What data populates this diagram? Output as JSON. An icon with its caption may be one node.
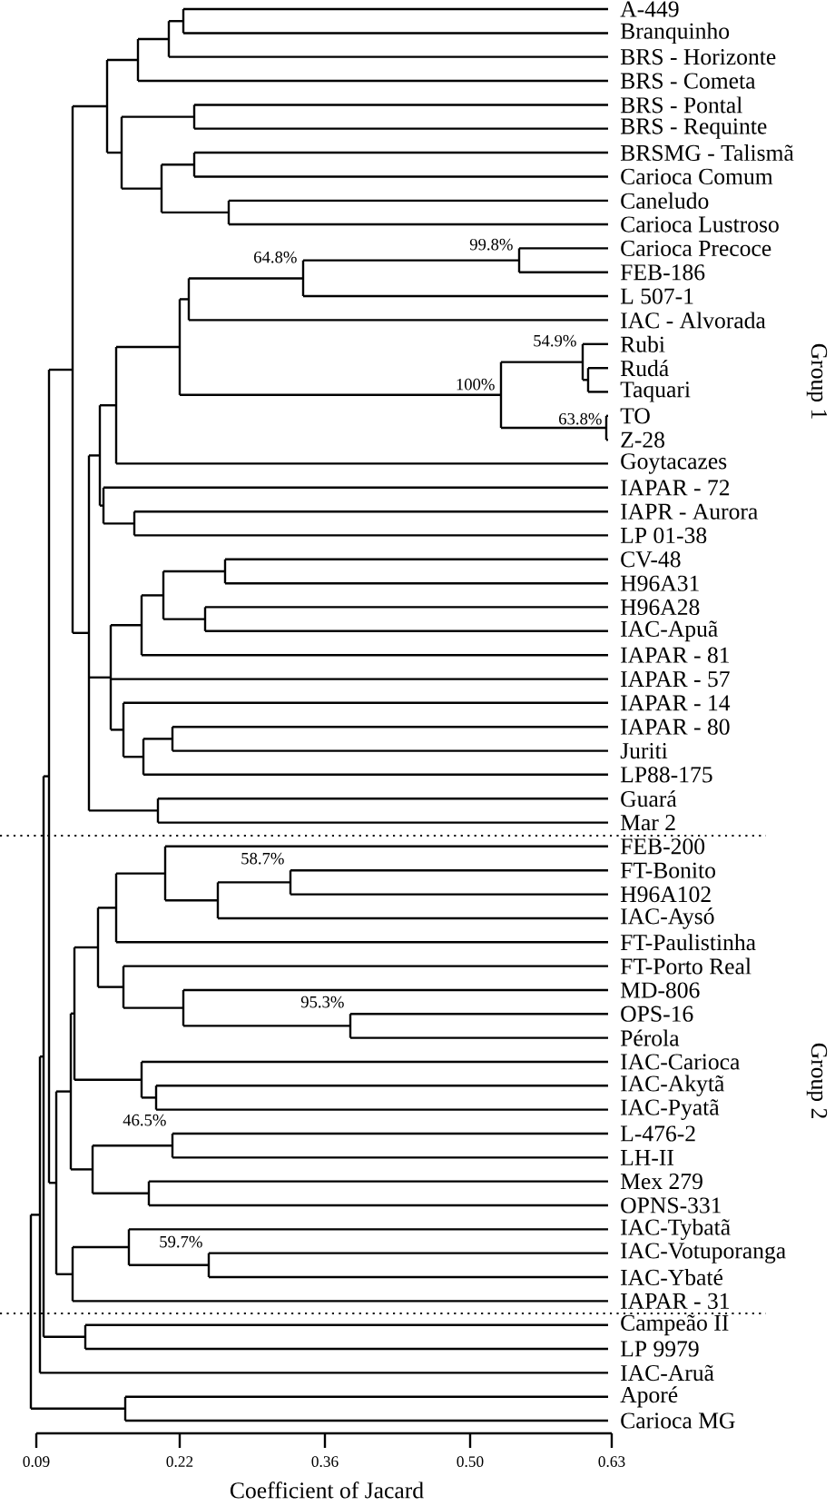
{
  "diagram": {
    "labels": [
      "A-449",
      "Branquinho",
      "BRS - Horizonte",
      "BRS - Cometa",
      "BRS - Pontal",
      "BRS - Requinte",
      "BRSMG - Talismã",
      "Carioca Comum",
      "Caneludo",
      "Carioca Lustroso",
      "Carioca Precoce",
      "FEB-186",
      "L 507-1",
      "IAC - Alvorada",
      "Rubi",
      "Rudá",
      "Taquari",
      "TO",
      "Z-28",
      "Goytacazes",
      "IAPAR - 72",
      "IAPR - Aurora",
      "LP 01-38",
      "CV-48",
      "H96A31",
      "H96A28",
      "IAC-Apuã",
      "IAPAR - 81",
      "IAPAR - 57",
      "IAPAR - 14",
      "IAPAR - 80",
      "Juriti",
      "LP88-175",
      "Guará",
      "Mar 2",
      "FEB-200",
      "FT-Bonito",
      "H96A102",
      "IAC-Aysó",
      "FT-Paulistinha",
      "FT-Porto Real",
      "MD-806",
      "OPS-16",
      "Pérola",
      "IAC-Carioca",
      "IAC-Akytã",
      "IAC-Pyatã",
      "L-476-2",
      "LH-II",
      "Mex 279",
      "OPNS-331",
      "IAC-Tybatã",
      "IAC-Votuporanga",
      "IAC-Ybaté",
      "IAPAR - 31",
      "Campeão II",
      "LP 9979",
      "IAC-Aruã",
      "Aporé",
      "Carioca MG",
      "99.8%",
      "64.8%",
      "54.9%",
      "100%",
      "63.8%",
      "58.7%",
      "95.3%",
      "46.5%",
      "59.7%",
      "Group 1",
      "Group 2",
      "0.09",
      "0.22",
      "0.36",
      "0.50",
      "0.63",
      "Coefficient of Jacard"
    ]
  }
}
